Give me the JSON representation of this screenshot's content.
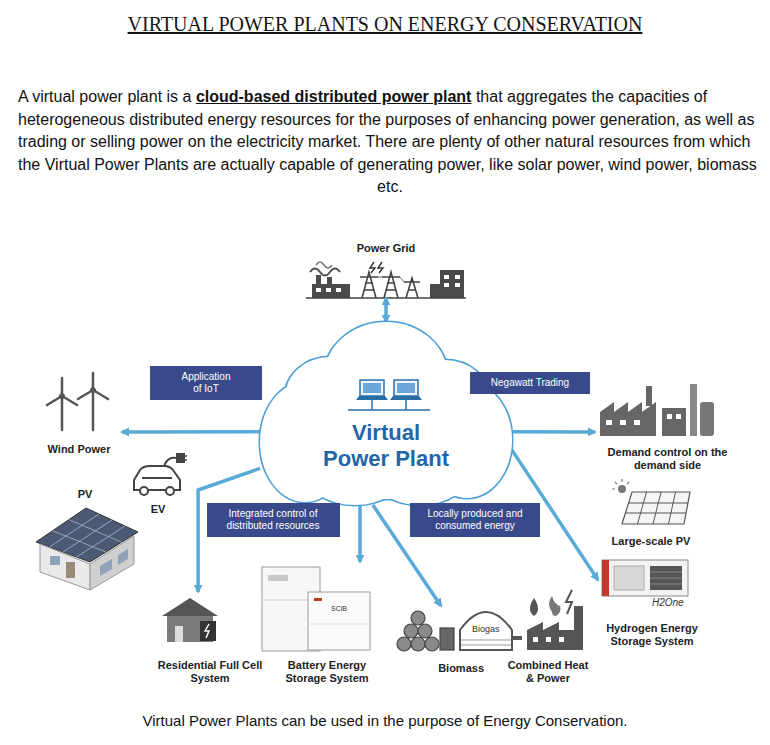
{
  "diagram": {
    "title": "VIRTUAL POWER PLANTS ON ENERGY CONSERVATION",
    "caption": "Virtual Power Plants can be used in the purpose of Energy Conservation.",
    "nodes": [
      {
        "text": [
          "Power Grid"
        ]
      },
      {
        "text": [
          "Application of IoT"
        ]
      },
      {
        "text": [
          "Negawatt Trading"
        ]
      },
      {
        "text": [
          "Virtual Power Plant"
        ]
      },
      {
        "text": [
          "Wind Power"
        ]
      },
      {
        "text": [
          "EV"
        ]
      },
      {
        "text": [
          "Demand control on the demand side"
        ]
      },
      {
        "text": [
          "PV"
        ]
      },
      {
        "text": [
          "Integrated control of distributed resources"
        ]
      },
      {
        "text": [
          "Locally produced and consumed energy"
        ]
      },
      {
        "text": [
          "Large-scale PV"
        ]
      },
      {
        "text": [
          "Hydrogen Energy Storage System"
        ]
      },
      {
        "text": [
          "Residential Full Cell System"
        ]
      },
      {
        "text": [
          "Battery Energy Storage System"
        ]
      },
      {
        "text": [
          "Biomass"
        ]
      },
      {
        "text": [
          "Combined Heat & Power"
        ]
      }
    ],
    "edges": [
      {
        "from": 3,
        "to": 0,
        "arrow": "both"
      },
      {
        "from": 3,
        "to": 4,
        "arrow": "to"
      },
      {
        "from": 3,
        "to": 6,
        "arrow": "to"
      },
      {
        "from": 3,
        "to": 12,
        "arrow": "to"
      },
      {
        "from": 3,
        "to": 13,
        "arrow": "to"
      },
      {
        "from": 3,
        "to": 14,
        "arrow": "to"
      },
      {
        "from": 3,
        "to": 11,
        "arrow": "to"
      }
    ],
    "labels": [
      "A virtual power plant is a",
      "cloud-based distributed power plant",
      "that aggregates the capacities of heterogeneous distributed energy resources for the purposes of enhancing power generation, as well as trading or selling power on the electricity market. There are plenty of other natural resources from which the Virtual Power Plants are actually capable of generating power, like solar power, wind power, biomass etc.",
      "Biogas",
      "SCiB",
      "H2One"
    ]
  }
}
